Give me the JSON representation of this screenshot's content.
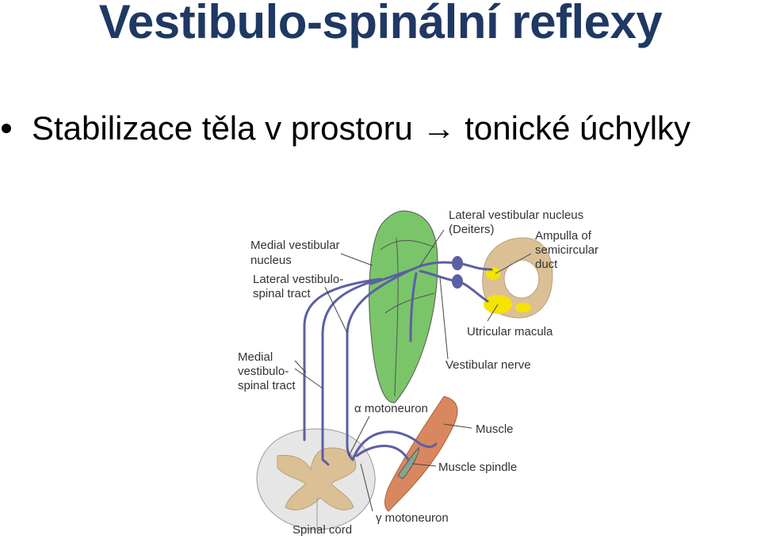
{
  "slide": {
    "title": "Vestibulo-spinální reflexy",
    "bullet": "Stabilizace těla v prostoru → tonické úchylky"
  },
  "colors": {
    "title": "#1f3864",
    "brainstem": "#7ac56a",
    "nerve": "#5c5fa3",
    "bone": "#dcc095",
    "macula": "#f5e400",
    "muscle": "#d9875f",
    "spinal_cord_white": "#e6e6e6"
  },
  "diagram": {
    "labels": {
      "lateral_vestibular_nucleus_1": "Lateral vestibular nucleus",
      "lateral_vestibular_nucleus_2": "(Deiters)",
      "medial_vestibular_nucleus_1": "Medial vestibular",
      "medial_vestibular_nucleus_2": "nucleus",
      "lateral_tract_1": "Lateral vestibulo-",
      "lateral_tract_2": "spinal tract",
      "ampulla_1": "Ampulla of",
      "ampulla_2": "semicircular",
      "ampulla_3": "duct",
      "utricular_macula": "Utricular macula",
      "medial_tract_1": "Medial",
      "medial_tract_2": "vestibulo-",
      "medial_tract_3": "spinal tract",
      "vestibular_nerve": "Vestibular nerve",
      "alpha_motoneuron": "α motoneuron",
      "muscle": "Muscle",
      "muscle_spindle": "Muscle spindle",
      "spinal_cord": "Spinal cord",
      "gamma_motoneuron": "γ motoneuron"
    }
  }
}
